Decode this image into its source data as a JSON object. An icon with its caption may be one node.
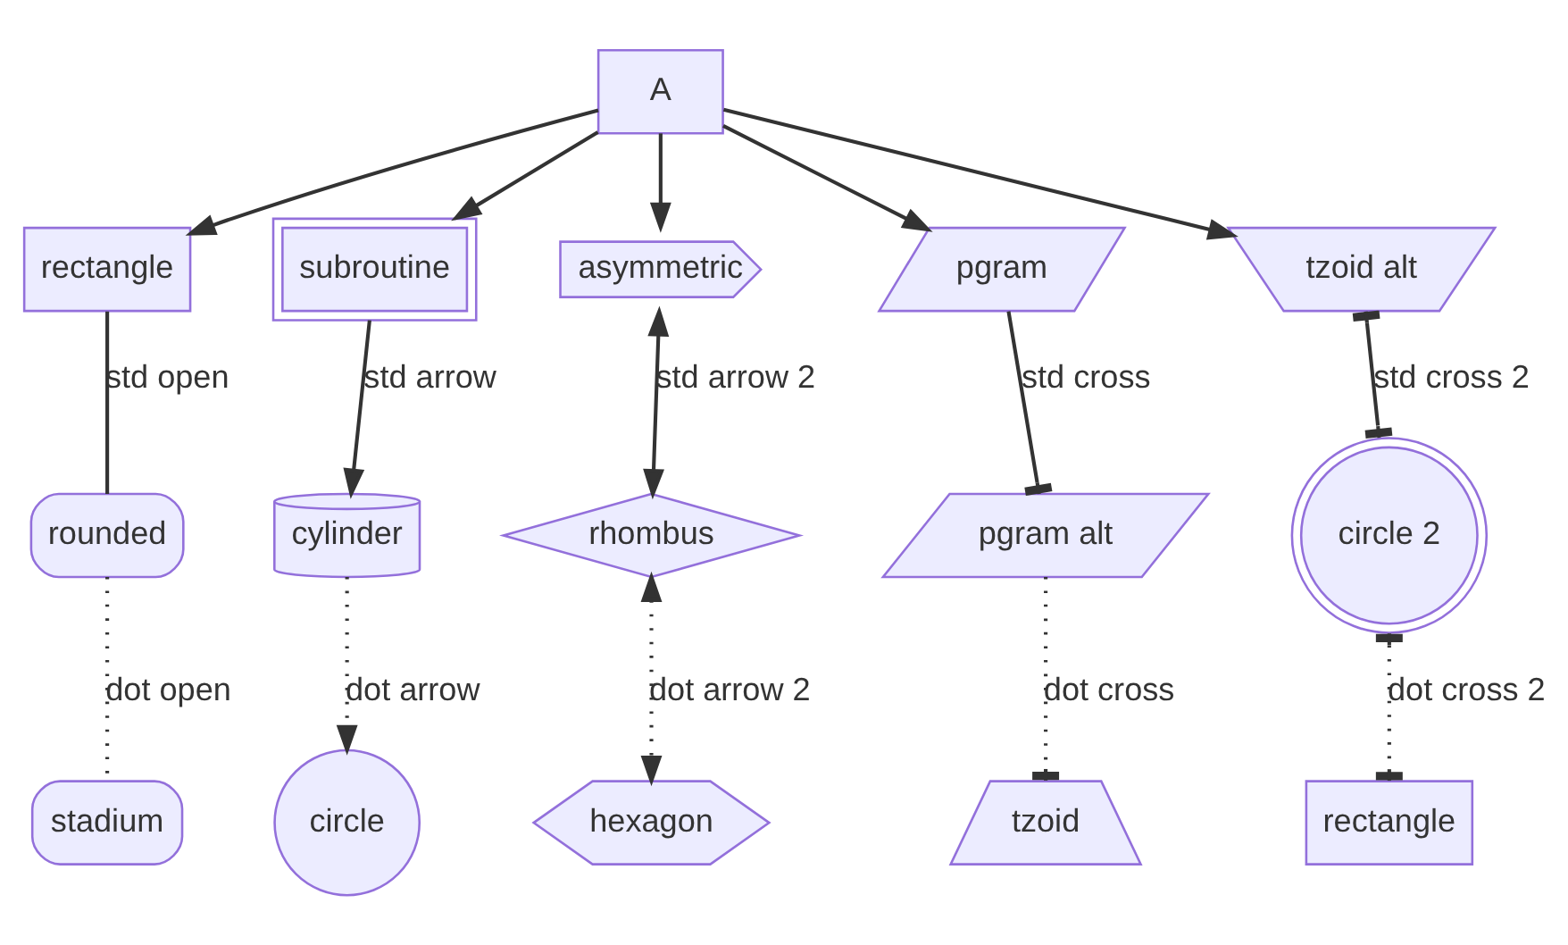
{
  "diagram": {
    "nodes": [
      {
        "text": [
          "A"
        ]
      },
      {
        "text": [
          "rectangle"
        ]
      },
      {
        "text": [
          "subroutine"
        ]
      },
      {
        "text": [
          "asymmetric"
        ]
      },
      {
        "text": [
          "pgram"
        ]
      },
      {
        "text": [
          "tzoid alt"
        ]
      },
      {
        "text": [
          "rounded"
        ]
      },
      {
        "text": [
          "cylinder"
        ]
      },
      {
        "text": [
          "rhombus"
        ]
      },
      {
        "text": [
          "pgram alt"
        ]
      },
      {
        "text": [
          "circle 2"
        ]
      },
      {
        "text": [
          "stadium"
        ]
      },
      {
        "text": [
          "circle"
        ]
      },
      {
        "text": [
          "hexagon"
        ]
      },
      {
        "text": [
          "tzoid"
        ]
      },
      {
        "text": [
          "rectangle"
        ]
      }
    ],
    "edges": [
      {
        "from": 0,
        "to": 1,
        "arrow": "to"
      },
      {
        "from": 0,
        "to": 2,
        "arrow": "to"
      },
      {
        "from": 0,
        "to": 3,
        "arrow": "to"
      },
      {
        "from": 0,
        "to": 4,
        "arrow": "to"
      },
      {
        "from": 0,
        "to": 5,
        "arrow": "to"
      },
      {
        "from": 1,
        "to": 6,
        "arrow": "none",
        "label": "std open"
      },
      {
        "from": 2,
        "to": 7,
        "arrow": "to",
        "label": "std arrow"
      },
      {
        "from": 3,
        "to": 8,
        "arrow": "both",
        "label": "std arrow 2"
      },
      {
        "from": 4,
        "to": 9,
        "arrow": "other",
        "label": "std cross"
      },
      {
        "from": 5,
        "to": 10,
        "arrow": "other",
        "label": "std cross 2"
      },
      {
        "from": 6,
        "to": 11,
        "arrow": "none",
        "label": "dot open",
        "style": "dashed"
      },
      {
        "from": 7,
        "to": 12,
        "arrow": "to",
        "label": "dot arrow",
        "style": "dashed"
      },
      {
        "from": 8,
        "to": 13,
        "arrow": "both",
        "label": "dot arrow 2",
        "style": "dashed"
      },
      {
        "from": 9,
        "to": 14,
        "arrow": "other",
        "label": "dot cross",
        "style": "dashed"
      },
      {
        "from": 10,
        "to": 15,
        "arrow": "other",
        "label": "dot cross 2",
        "style": "dashed"
      }
    ]
  }
}
